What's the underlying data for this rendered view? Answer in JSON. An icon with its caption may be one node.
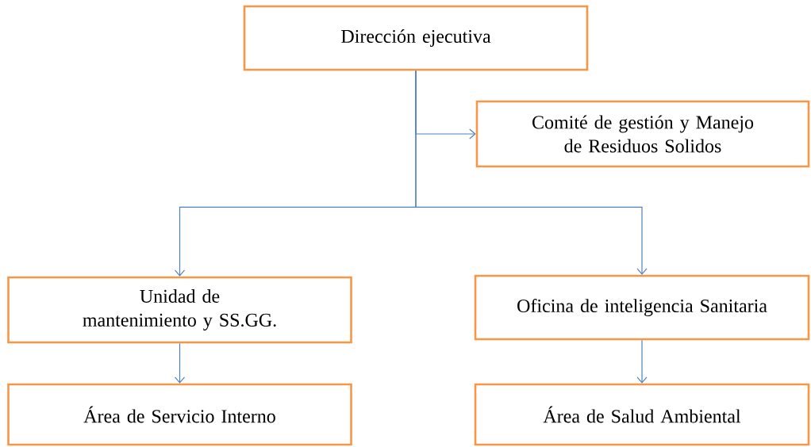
{
  "diagram": {
    "nodes": [
      {
        "text": [
          "Dirección ejecutiva"
        ]
      },
      {
        "text": [
          "Comité de gestión y Manejo de Residuos Solidos"
        ]
      },
      {
        "text": [
          "Unidad de mantenimiento y SS.GG."
        ]
      },
      {
        "text": [
          "Oficina de inteligencia Sanitaria"
        ]
      },
      {
        "text": [
          "Área de Servicio Interno"
        ]
      },
      {
        "text": [
          "Área de Salud Ambiental"
        ]
      }
    ],
    "edges": [
      {
        "from": 0,
        "to": 1,
        "arrow": "to"
      },
      {
        "from": 0,
        "to": 2,
        "arrow": "to"
      },
      {
        "from": 0,
        "to": 3,
        "arrow": "to"
      },
      {
        "from": 2,
        "to": 4,
        "arrow": "to"
      },
      {
        "from": 3,
        "to": 5,
        "arrow": "to"
      }
    ]
  }
}
